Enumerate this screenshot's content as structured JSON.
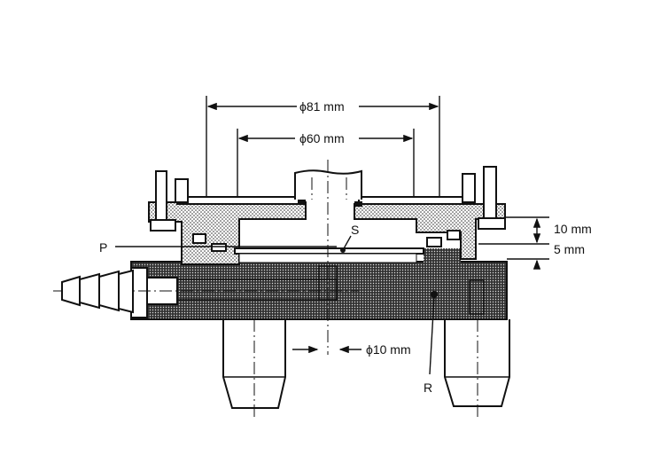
{
  "labels": {
    "dia81": "ϕ81 mm",
    "dia60": "ϕ60 mm",
    "h10": "10 mm",
    "h5": "5 mm",
    "p": "P",
    "s": "S",
    "dia10": "ϕ10 mm",
    "r": "R"
  }
}
